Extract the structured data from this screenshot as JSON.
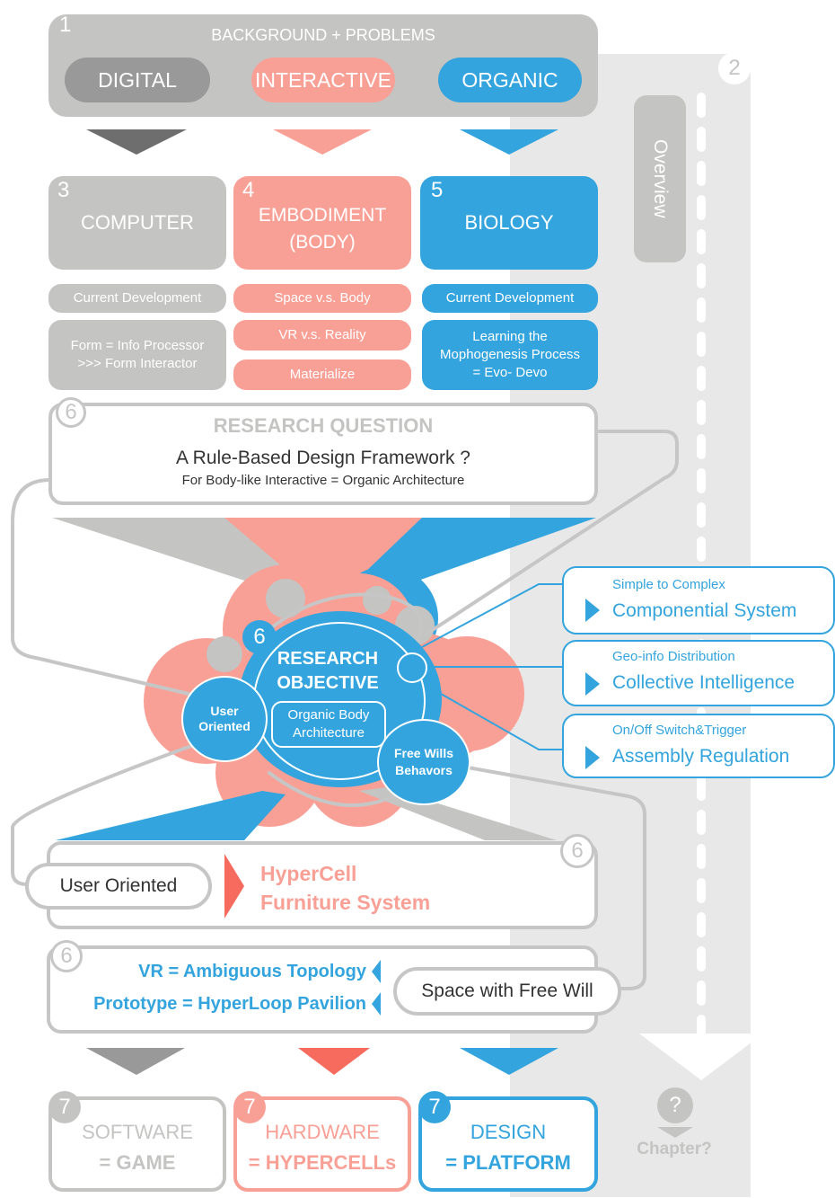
{
  "overview": {
    "number": "2",
    "label": "Overview"
  },
  "background": {
    "number": "1",
    "title": "BACKGROUND + PROBLEMS",
    "pills": [
      "DIGITAL",
      "INTERACTIVE",
      "ORGANIC"
    ]
  },
  "columns": [
    {
      "number": "3",
      "title": "COMPUTER",
      "items": [
        "Current Development",
        "Form = Info Processor\n>>> Form Interactor"
      ]
    },
    {
      "number": "4",
      "title": "EMBODIMENT\n(BODY)",
      "items": [
        "Space v.s. Body",
        "VR v.s. Reality",
        "Materialize"
      ]
    },
    {
      "number": "5",
      "title": "BIOLOGY",
      "items": [
        "Current Development",
        "Learning the\nMophogenesis Process\n= Evo- Devo"
      ]
    }
  ],
  "question": {
    "number": "6",
    "title": "RESEARCH QUESTION",
    "main": "A Rule-Based Design Framework ?",
    "sub": "For Body-like Interactive = Organic Architecture"
  },
  "objective": {
    "number": "6",
    "title": "RESEARCH\nOBJECTIVE",
    "center": "Organic Body\nArchitecture",
    "left": "User\nOriented",
    "right": "Free Wills\nBehavors"
  },
  "objective_boxes": [
    {
      "small": "Simple to Complex",
      "large": "Componential System"
    },
    {
      "small": "Geo-info Distribution",
      "large": "Collective Intelligence"
    },
    {
      "small": "On/Off Switch&Trigger",
      "large": "Assembly Regulation"
    }
  ],
  "hypercell": {
    "number": "6",
    "pill": "User Oriented",
    "title": "HyperCell\nFurniture System"
  },
  "vr": {
    "number": "6",
    "lines": [
      "VR = Ambiguous Topology",
      "Prototype = HyperLoop Pavilion"
    ],
    "pill": "Space with Free Will"
  },
  "outputs": [
    {
      "number": "7",
      "top": "SOFTWARE",
      "bottom": "= GAME"
    },
    {
      "number": "7",
      "top": "HARDWARE",
      "bottom": "= HYPERCELLs"
    },
    {
      "number": "7",
      "top": "DESIGN",
      "bottom": "= PLATFORM"
    }
  ],
  "chapter": {
    "icon": "?",
    "label": "Chapter?"
  },
  "colors": {
    "gray": "#c4c4c3",
    "salmon": "#f9a096",
    "blue": "#33a4dd",
    "dark_gray": "#999999",
    "coral": "#f76a5e"
  }
}
